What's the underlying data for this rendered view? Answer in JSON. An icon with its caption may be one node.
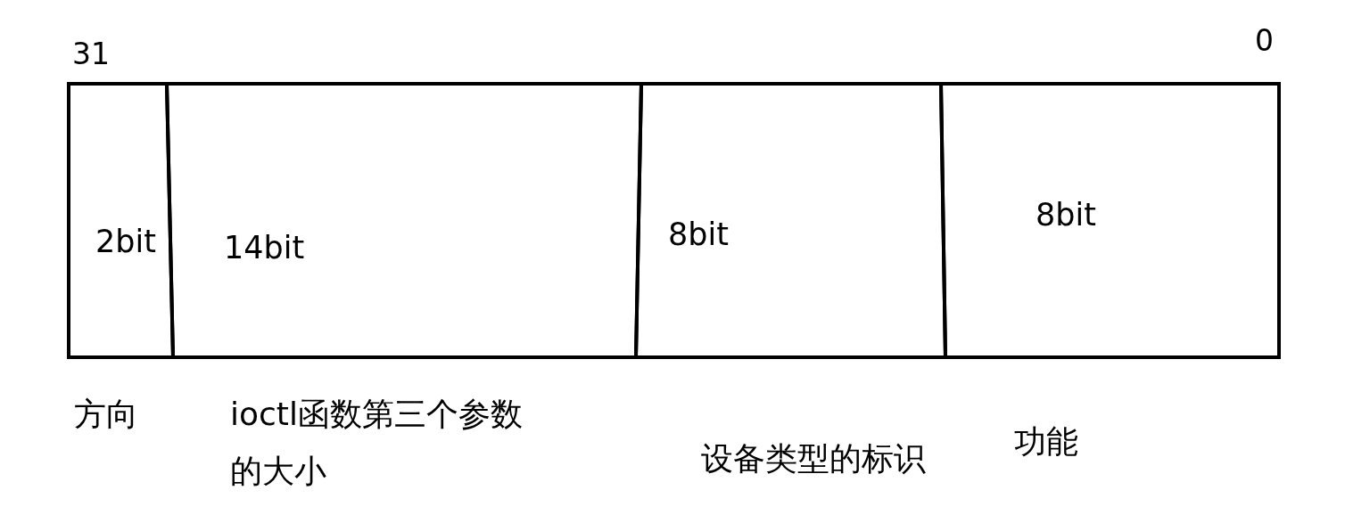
{
  "diagram": {
    "nodes": [
      {
        "text": [
          "2bit"
        ],
        "beside": [
          "方向"
        ]
      },
      {
        "text": [
          "14bit"
        ],
        "beside": [
          "ioctl函数第三个参数的大小"
        ]
      },
      {
        "text": [
          "8bit"
        ],
        "beside": [
          "设备类型的标识"
        ]
      },
      {
        "text": [
          "8bit"
        ],
        "beside": [
          "功能"
        ]
      }
    ],
    "labels": [
      "31",
      "0"
    ]
  }
}
